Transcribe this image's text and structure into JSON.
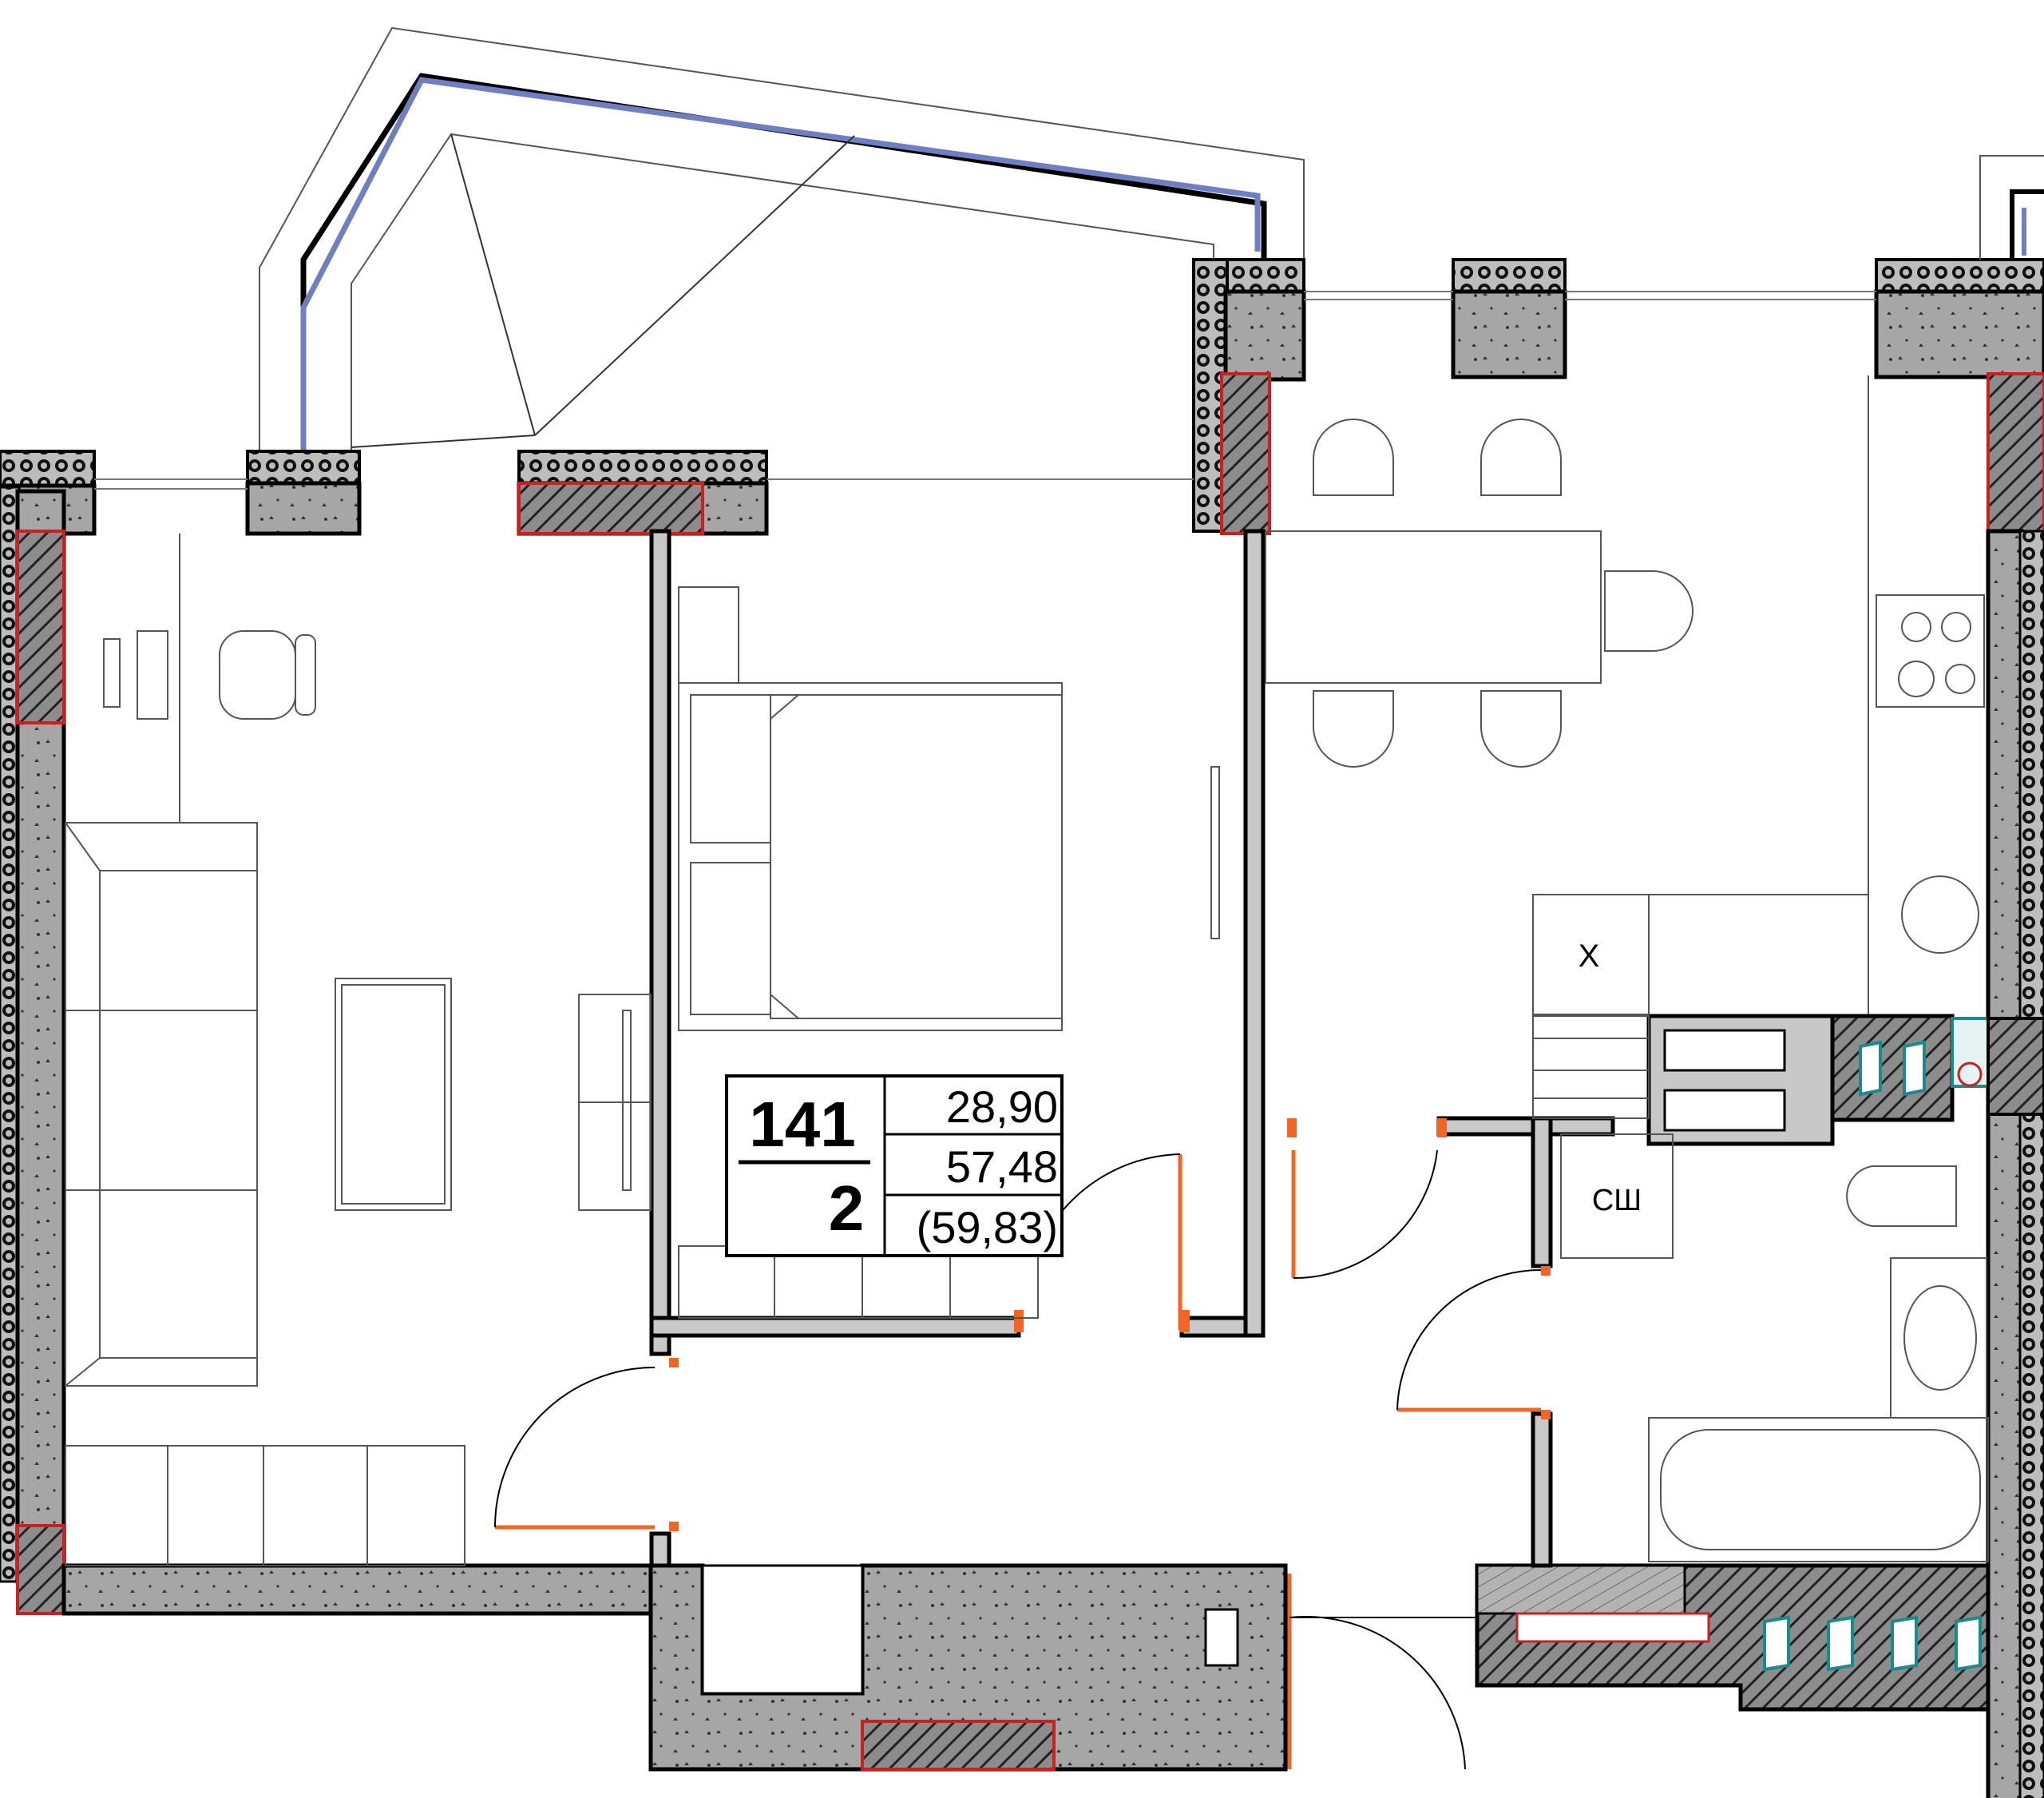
{
  "apartment": {
    "number": "141",
    "rooms": "2",
    "living_area": "28,90",
    "total_area": "57,48",
    "total_area_with_balcony": "(59,83)"
  },
  "labels": {
    "fridge": "Х",
    "washer": "СШ"
  },
  "colors": {
    "wall_fill": "#a6a6a6",
    "wall_outline": "#000000",
    "door_swing": "#f26522",
    "window_frame": "#cc1f1f",
    "glazing": "#6f7fc2",
    "vent_accent": "#1a8a8a"
  }
}
